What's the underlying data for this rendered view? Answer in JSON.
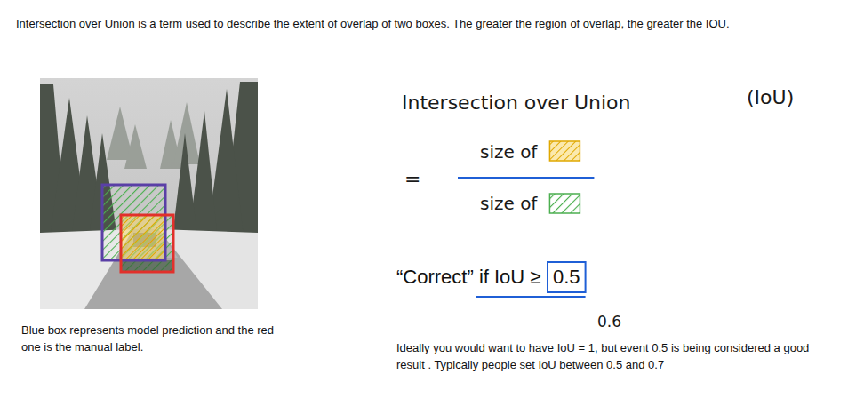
{
  "diagram": {
    "labels": [
      "Intersection over Union is a term used to describe the extent of overlap of two boxes. The greater the region of overlap, the greater the IOU.",
      "Blue box represents model prediction and the red one is the manual label.",
      "Intersection over Union",
      "(IoU)",
      "=",
      "size of",
      "size of",
      "“Correct” if IoU ≥",
      "0.5",
      "0.6",
      "Ideally you would want to have IoU = 1, but event 0.5 is being considered a good result . Typically people set IoU between 0.5 and 0.7"
    ]
  }
}
